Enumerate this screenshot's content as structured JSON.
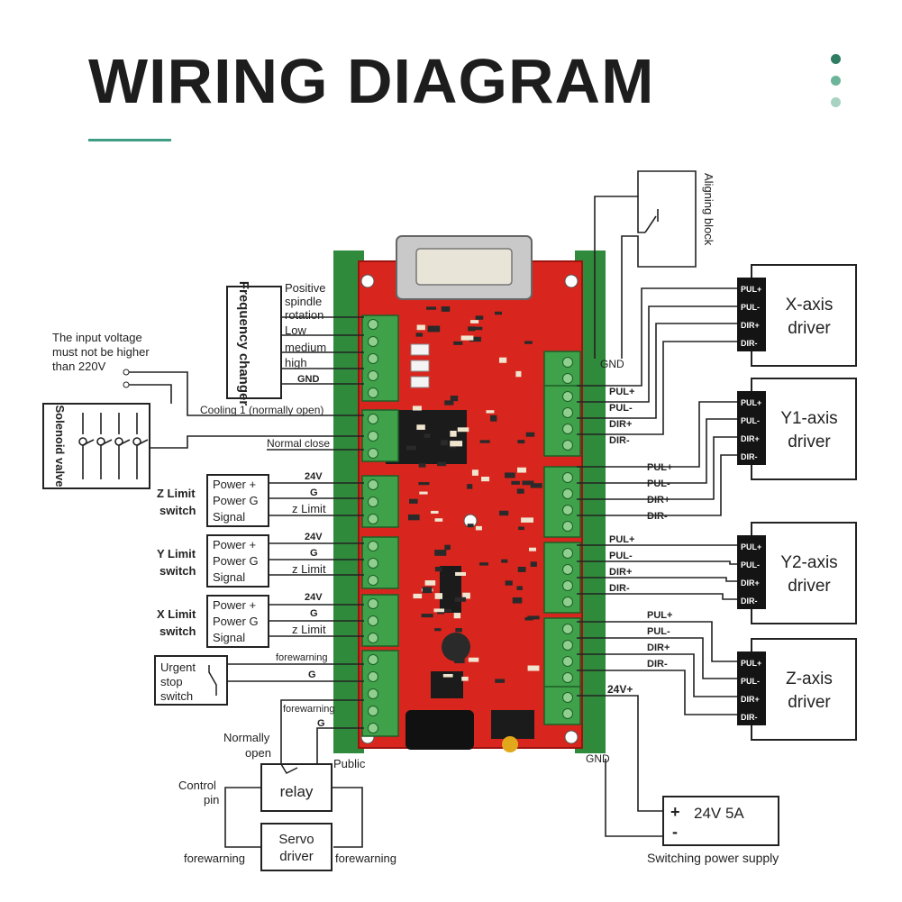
{
  "title": "WIRING DIAGRAM",
  "colors": {
    "accent": "#3f9d83",
    "dot_dark": "#2f7d63",
    "dot_mid": "#6db59a",
    "dot_light": "#a8d3c2",
    "board_red": "#d8261e",
    "terminal_green": "#3fa14a",
    "rail_green": "#2f8a3c",
    "wire": "#222222"
  },
  "left": {
    "frequency_changer": {
      "label": "Frequency changer",
      "signals": [
        "Positive spindle rotation",
        "Low",
        "medium",
        "high",
        "GND"
      ]
    },
    "input_voltage_note": "The input voltage must not be higher than 220V",
    "solenoid_valve": "Solenoid valve",
    "cooling": "Cooling 1 (normally open)",
    "normal_close": "Normal close",
    "limit_switches": [
      {
        "name": "Z Limit switch",
        "box": [
          "Power +",
          "Power G",
          "Signal"
        ],
        "wires": [
          "24V",
          "G",
          "z Limit"
        ]
      },
      {
        "name": "Y Limit switch",
        "box": [
          "Power +",
          "Power G",
          "Signal"
        ],
        "wires": [
          "24V",
          "G",
          "z Limit"
        ]
      },
      {
        "name": "X Limit switch",
        "box": [
          "Power +",
          "Power G",
          "Signal"
        ],
        "wires": [
          "24V",
          "G",
          "z Limit"
        ]
      }
    ],
    "urgent_stop": {
      "label": "Urgent stop switch",
      "wires": [
        "forewarning",
        "G"
      ]
    },
    "relay_section": {
      "forewarning": "forewarning",
      "g": "G",
      "normally_open": "Normally open",
      "public": "Public",
      "relay": "relay",
      "control_pin": "Control pin",
      "servo_driver": "Servo driver",
      "forewarning_left": "forewarning",
      "forewarning_right": "forewarning"
    }
  },
  "right": {
    "aligning_block": "Aligning block",
    "gnd_top": "GND",
    "drivers": [
      {
        "name": "X-axis driver",
        "pins": [
          "PUL+",
          "PUL-",
          "DIR+",
          "DIR-"
        ]
      },
      {
        "name": "Y1-axis driver",
        "pins": [
          "PUL+",
          "PUL-",
          "DIR+",
          "DIR-"
        ]
      },
      {
        "name": "Y2-axis driver",
        "pins": [
          "PUL+",
          "PUL-",
          "DIR+",
          "DIR-"
        ]
      },
      {
        "name": "Z-axis driver",
        "pins": [
          "PUL+",
          "PUL-",
          "DIR+",
          "DIR-"
        ]
      }
    ],
    "driver_wires": [
      [
        "PUL+",
        "PUL-",
        "DIR+",
        "DIR-"
      ],
      [
        "PUL+",
        "PUL-",
        "DIR+",
        "DIR-"
      ],
      [
        "PUL+",
        "PUL-",
        "DIR+",
        "DIR-"
      ],
      [
        "PUL+",
        "PUL-",
        "DIR+",
        "DIR-"
      ]
    ],
    "v24": "24V+",
    "gnd_bottom": "GND",
    "power_supply": {
      "plus": "+",
      "minus": "-",
      "rating": "24V 5A",
      "label": "Switching power supply"
    }
  }
}
